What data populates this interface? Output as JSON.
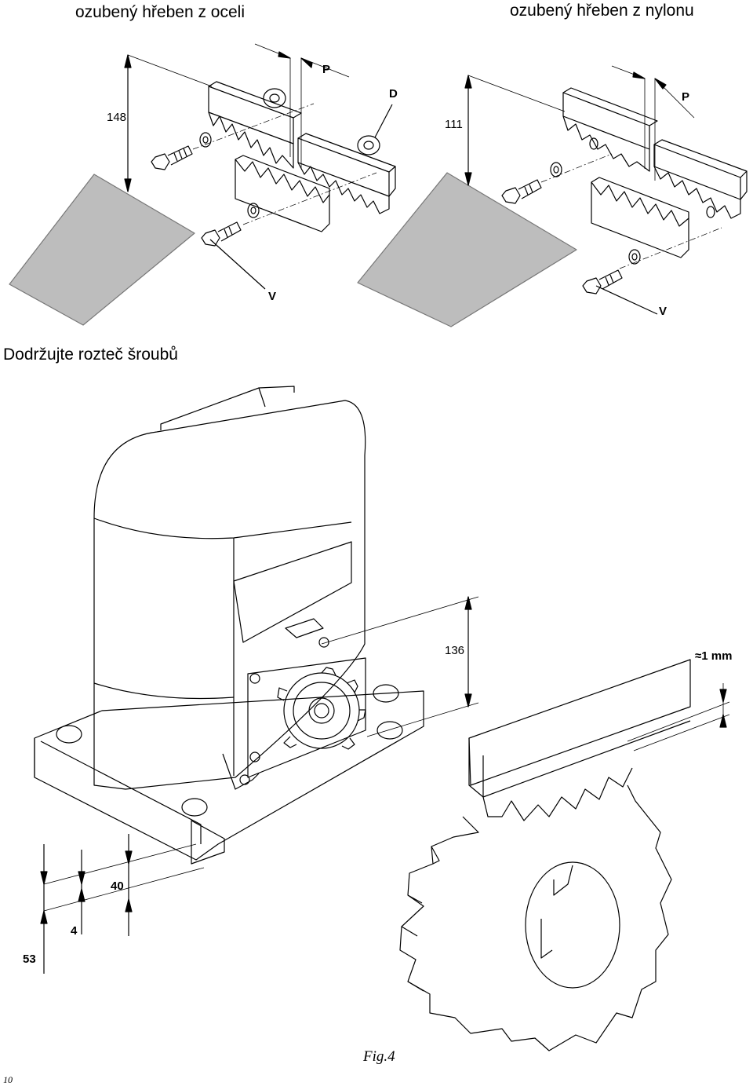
{
  "captions": {
    "steel_rack": "ozubený hřeben z oceli",
    "nylon_rack": "ozubený hřeben z nylonu",
    "pitch_note": "Dodržujte rozteč šroubů"
  },
  "labels": {
    "p_steel": "P",
    "p_nylon": "P",
    "d": "D",
    "v_steel": "V",
    "v_nylon": "V",
    "h148": "148",
    "h111": "111",
    "h136": "136",
    "gap": "≈1 mm",
    "h40": "40",
    "h4": "4",
    "h53": "53"
  },
  "figure": "Fig.4",
  "page_number": "10"
}
